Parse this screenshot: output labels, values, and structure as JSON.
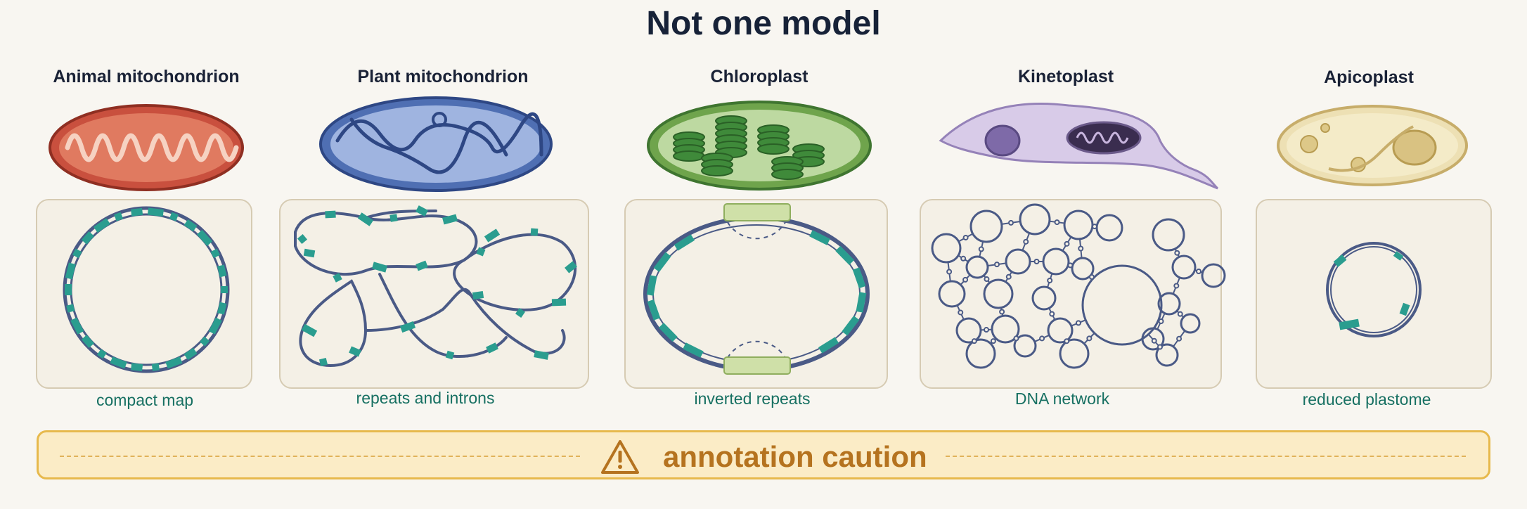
{
  "title": "Not one model",
  "columns": [
    {
      "name": "Animal mitochondrion",
      "caption": "compact map"
    },
    {
      "name": "Plant mitochondrion",
      "caption": "repeats and introns"
    },
    {
      "name": "Chloroplast",
      "caption": "inverted repeats"
    },
    {
      "name": "Kinetoplast",
      "caption": "DNA  network"
    },
    {
      "name": "Apicoplast",
      "caption": "reduced plastome"
    }
  ],
  "banner": {
    "label": "annotation caution",
    "icon": "warning-triangle-icon"
  },
  "colors": {
    "gene": "#2a9d8f",
    "dna": "#4a5a86",
    "panel": "#f4f0e6",
    "caption": "#177062",
    "banner": "#fbecc6",
    "accent": "#b5731f"
  }
}
